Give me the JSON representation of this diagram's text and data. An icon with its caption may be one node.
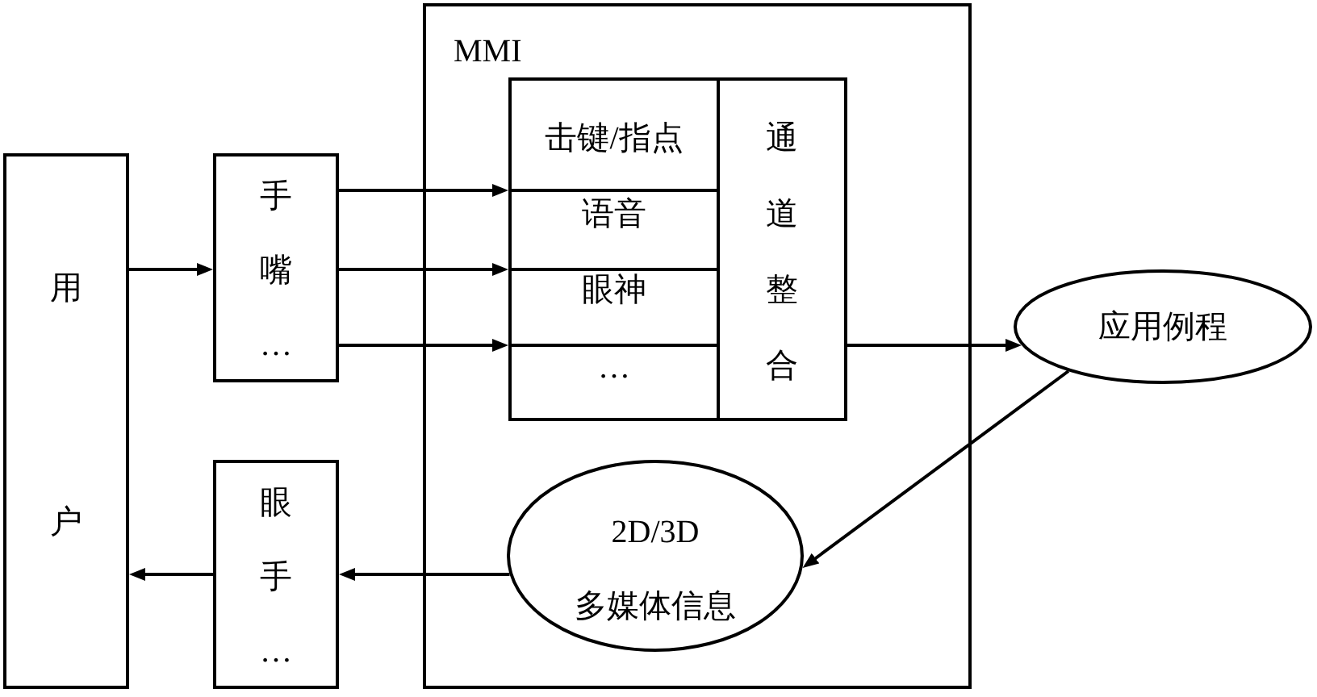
{
  "diagram": {
    "nodes": [
      {
        "text": [
          "用户"
        ]
      },
      {
        "text": [
          "手",
          "嘴",
          "…"
        ]
      },
      {
        "text": [
          "眼",
          "手",
          "…"
        ]
      },
      {
        "text": [
          "MMI"
        ]
      },
      {
        "text": [
          "击键/指点",
          "语音",
          "眼神",
          "…"
        ],
        "in": 3
      },
      {
        "text": [
          "通道整合"
        ],
        "in": 3
      },
      {
        "text": [
          "应用例程"
        ]
      },
      {
        "text": [
          "2D/3D",
          "多媒体信息"
        ],
        "in": 3
      }
    ],
    "edges": [
      {
        "from": 0,
        "to": 1,
        "arrow": "to"
      },
      {
        "from": 1,
        "to": 4,
        "arrow": "to"
      },
      {
        "from": 1,
        "to": 4,
        "arrow": "to"
      },
      {
        "from": 1,
        "to": 4,
        "arrow": "to"
      },
      {
        "from": 5,
        "to": 6,
        "arrow": "to"
      },
      {
        "from": 6,
        "to": 7,
        "arrow": "to"
      },
      {
        "from": 7,
        "to": 2,
        "arrow": "to"
      },
      {
        "from": 2,
        "to": 0,
        "arrow": "to"
      }
    ]
  }
}
